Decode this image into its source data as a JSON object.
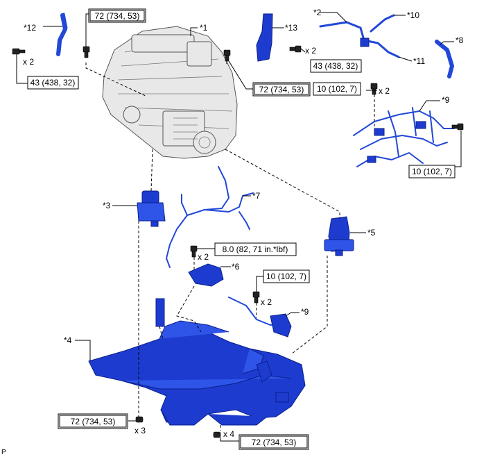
{
  "callouts": {
    "c1": "*1",
    "c2": "*2",
    "c3": "*3",
    "c4": "*4",
    "c5": "*5",
    "c6": "*6",
    "c7": "*7",
    "c8": "*8",
    "c9a": "*9",
    "c9b": "*9",
    "c10": "*10",
    "c11": "*11",
    "c12": "*12",
    "c13": "*13"
  },
  "torque": {
    "t_72_a": "72 (734, 53)",
    "t_72_b": "72 (734, 53)",
    "t_72_c": "72 (734, 53)",
    "t_72_d": "72 (734, 53)",
    "t_43_a": "43 (438, 32)",
    "t_43_b": "43 (438, 32)",
    "t_10_a": "10 (102, 7)",
    "t_10_b": "10 (102, 7)",
    "t_10_c": "10 (102, 7)",
    "t_8": "8.0 (82, 71 in.*lbf)"
  },
  "quantities": {
    "q_x2_a": "x 2",
    "q_x2_b": "x 2",
    "q_x2_c": "x 2",
    "q_x2_d": "x 2",
    "q_x2_e": "x 2",
    "q_x3": "x 3",
    "q_x4": "x 4"
  },
  "footer_code": "P"
}
